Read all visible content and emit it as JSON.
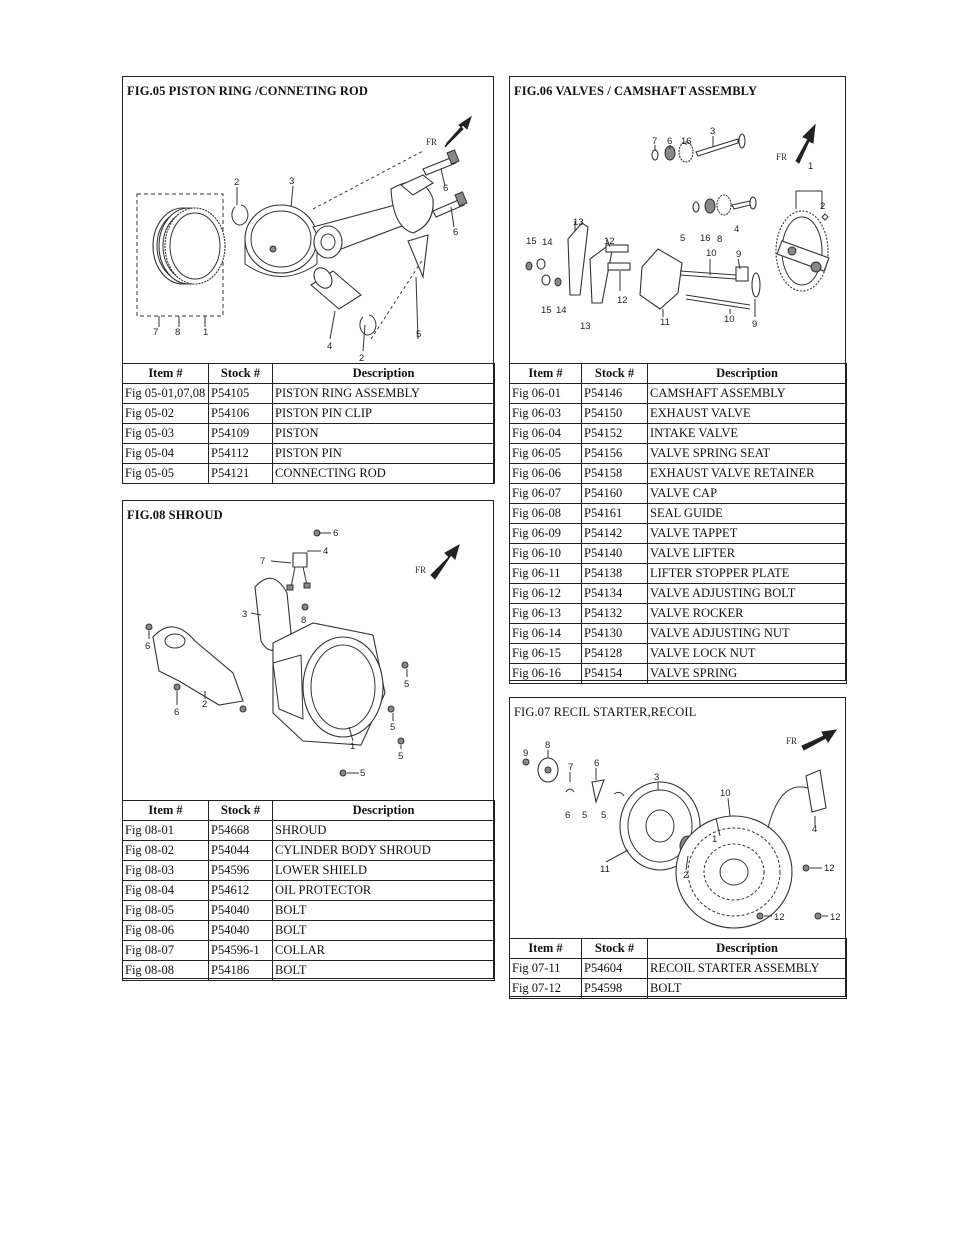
{
  "fig05": {
    "title": "FIG.05 PISTON RING /CONNETING ROD",
    "fr": "FR",
    "callouts": [
      "2",
      "3",
      "6",
      "6",
      "7",
      "8",
      "1",
      "4",
      "5",
      "2"
    ],
    "headers": {
      "item": "Item #",
      "stock": "Stock #",
      "desc": "Description"
    },
    "rows": [
      {
        "item": "Fig 05-01,07,08",
        "stock": "P54105",
        "desc": "PISTON RING ASSEMBLY"
      },
      {
        "item": "Fig 05-02",
        "stock": "P54106",
        "desc": "PISTON PIN CLIP"
      },
      {
        "item": "Fig 05-03",
        "stock": "P54109",
        "desc": "PISTON"
      },
      {
        "item": "Fig 05-04",
        "stock": "P54112",
        "desc": "PISTON PIN"
      },
      {
        "item": "Fig 05-05",
        "stock": "P54121",
        "desc": "CONNECTING ROD"
      }
    ]
  },
  "fig06": {
    "title": "FIG.06 VALVES / CAMSHAFT ASSEMBLY",
    "fr": "FR",
    "callouts": [
      "7",
      "6",
      "16",
      "3",
      "1",
      "2",
      "4",
      "5",
      "16",
      "8",
      "13",
      "15",
      "14",
      "12",
      "10",
      "9",
      "12",
      "15",
      "14",
      "13",
      "11",
      "10",
      "9"
    ],
    "headers": {
      "item": "Item #",
      "stock": "Stock #",
      "desc": "Description"
    },
    "rows": [
      {
        "item": "Fig 06-01",
        "stock": "P54146",
        "desc": "CAMSHAFT ASSEMBLY"
      },
      {
        "item": "Fig 06-03",
        "stock": "P54150",
        "desc": "EXHAUST VALVE"
      },
      {
        "item": "Fig 06-04",
        "stock": "P54152",
        "desc": "INTAKE VALVE"
      },
      {
        "item": "Fig 06-05",
        "stock": "P54156",
        "desc": "VALVE SPRING SEAT"
      },
      {
        "item": "Fig 06-06",
        "stock": "P54158",
        "desc": "EXHAUST VALVE RETAINER"
      },
      {
        "item": "Fig 06-07",
        "stock": "P54160",
        "desc": "VALVE CAP"
      },
      {
        "item": "Fig 06-08",
        "stock": "P54161",
        "desc": "SEAL GUIDE"
      },
      {
        "item": "Fig 06-09",
        "stock": "P54142",
        "desc": "VALVE TAPPET"
      },
      {
        "item": "Fig 06-10",
        "stock": "P54140",
        "desc": "VALVE LIFTER"
      },
      {
        "item": "Fig 06-11",
        "stock": "P54138",
        "desc": "LIFTER STOPPER PLATE"
      },
      {
        "item": "Fig 06-12",
        "stock": "P54134",
        "desc": "VALVE ADJUSTING BOLT"
      },
      {
        "item": "Fig 06-13",
        "stock": "P54132",
        "desc": "VALVE ROCKER"
      },
      {
        "item": "Fig 06-14",
        "stock": "P54130",
        "desc": "VALVE ADJUSTING NUT"
      },
      {
        "item": "Fig 06-15",
        "stock": "P54128",
        "desc": "VALVE LOCK NUT"
      },
      {
        "item": "Fig 06-16",
        "stock": "P54154",
        "desc": "VALVE SPRING"
      }
    ]
  },
  "fig08": {
    "title": "FIG.08 SHROUD",
    "fr": "FR",
    "callouts": [
      "6",
      "4",
      "7",
      "3",
      "8",
      "6",
      "5",
      "6",
      "2",
      "5",
      "1",
      "5",
      "5"
    ],
    "headers": {
      "item": "Item #",
      "stock": "Stock #",
      "desc": "Description"
    },
    "rows": [
      {
        "item": "Fig 08-01",
        "stock": "P54668",
        "desc": "SHROUD"
      },
      {
        "item": "Fig 08-02",
        "stock": "P54044",
        "desc": "CYLINDER BODY SHROUD"
      },
      {
        "item": "Fig 08-03",
        "stock": "P54596",
        "desc": "LOWER SHIELD"
      },
      {
        "item": "Fig 08-04",
        "stock": "P54612",
        "desc": "OIL PROTECTOR"
      },
      {
        "item": "Fig 08-05",
        "stock": "P54040",
        "desc": "BOLT"
      },
      {
        "item": "Fig 08-06",
        "stock": "P54040",
        "desc": "BOLT"
      },
      {
        "item": "Fig 08-07",
        "stock": "P54596-1",
        "desc": "COLLAR"
      },
      {
        "item": "Fig 08-08",
        "stock": "P54186",
        "desc": "BOLT"
      }
    ]
  },
  "fig07": {
    "title": "FIG.07 RECIL STARTER,RECOIL",
    "fr": "FR",
    "callouts": [
      "8",
      "9",
      "7",
      "6",
      "3",
      "6",
      "5",
      "5",
      "10",
      "1",
      "4",
      "11",
      "2",
      "12",
      "12",
      "12"
    ],
    "headers": {
      "item": "Item #",
      "stock": "Stock #",
      "desc": "Description"
    },
    "rows": [
      {
        "item": "Fig 07-11",
        "stock": "P54604",
        "desc": "RECOIL STARTER ASSEMBLY"
      },
      {
        "item": "Fig 07-12",
        "stock": "P54598",
        "desc": "BOLT"
      }
    ]
  }
}
